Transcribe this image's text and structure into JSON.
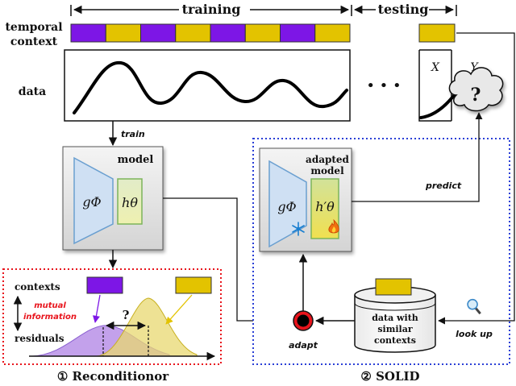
{
  "header": {
    "training_label": "training",
    "testing_label": "testing"
  },
  "rows": {
    "temporal_context_line1": "temporal",
    "temporal_context_line2": "context",
    "data_label": "data"
  },
  "context_strip": {
    "colors": {
      "purple": "#7d16e6",
      "yellow": "#e3c300"
    },
    "training_segments": [
      "purple",
      "yellow",
      "purple",
      "yellow",
      "purple",
      "yellow",
      "purple",
      "yellow"
    ]
  },
  "test_window": {
    "x_label": "X",
    "y_label": "Y",
    "unknown_symbol": "?",
    "ellipsis": "• • •"
  },
  "edges": {
    "train_label": "train",
    "predict_label": "predict",
    "adapt_label": "adapt",
    "look_up_label": "look up"
  },
  "model": {
    "title": "model",
    "encoder_symbol": "gΦ",
    "head_symbol": "hθ"
  },
  "adapted_model": {
    "title_line1": "adapted",
    "title_line2": "model",
    "encoder_symbol": "gΦ",
    "head_symbol": "h′θ",
    "frozen_icon": "snowflake-icon",
    "trainable_icon": "fire-icon"
  },
  "database": {
    "line1": "data with",
    "line2": "similar",
    "line3": "contexts"
  },
  "reconditionor_panel": {
    "contexts_label": "contexts",
    "residuals_label": "residuals",
    "mi_line1": "mutual",
    "mi_line2": "information",
    "question_mark": "?",
    "footer": "① Reconditionor",
    "accent": "#e8141c"
  },
  "solid_panel": {
    "footer": "② SOLID",
    "accent": "#2a3fd6"
  }
}
